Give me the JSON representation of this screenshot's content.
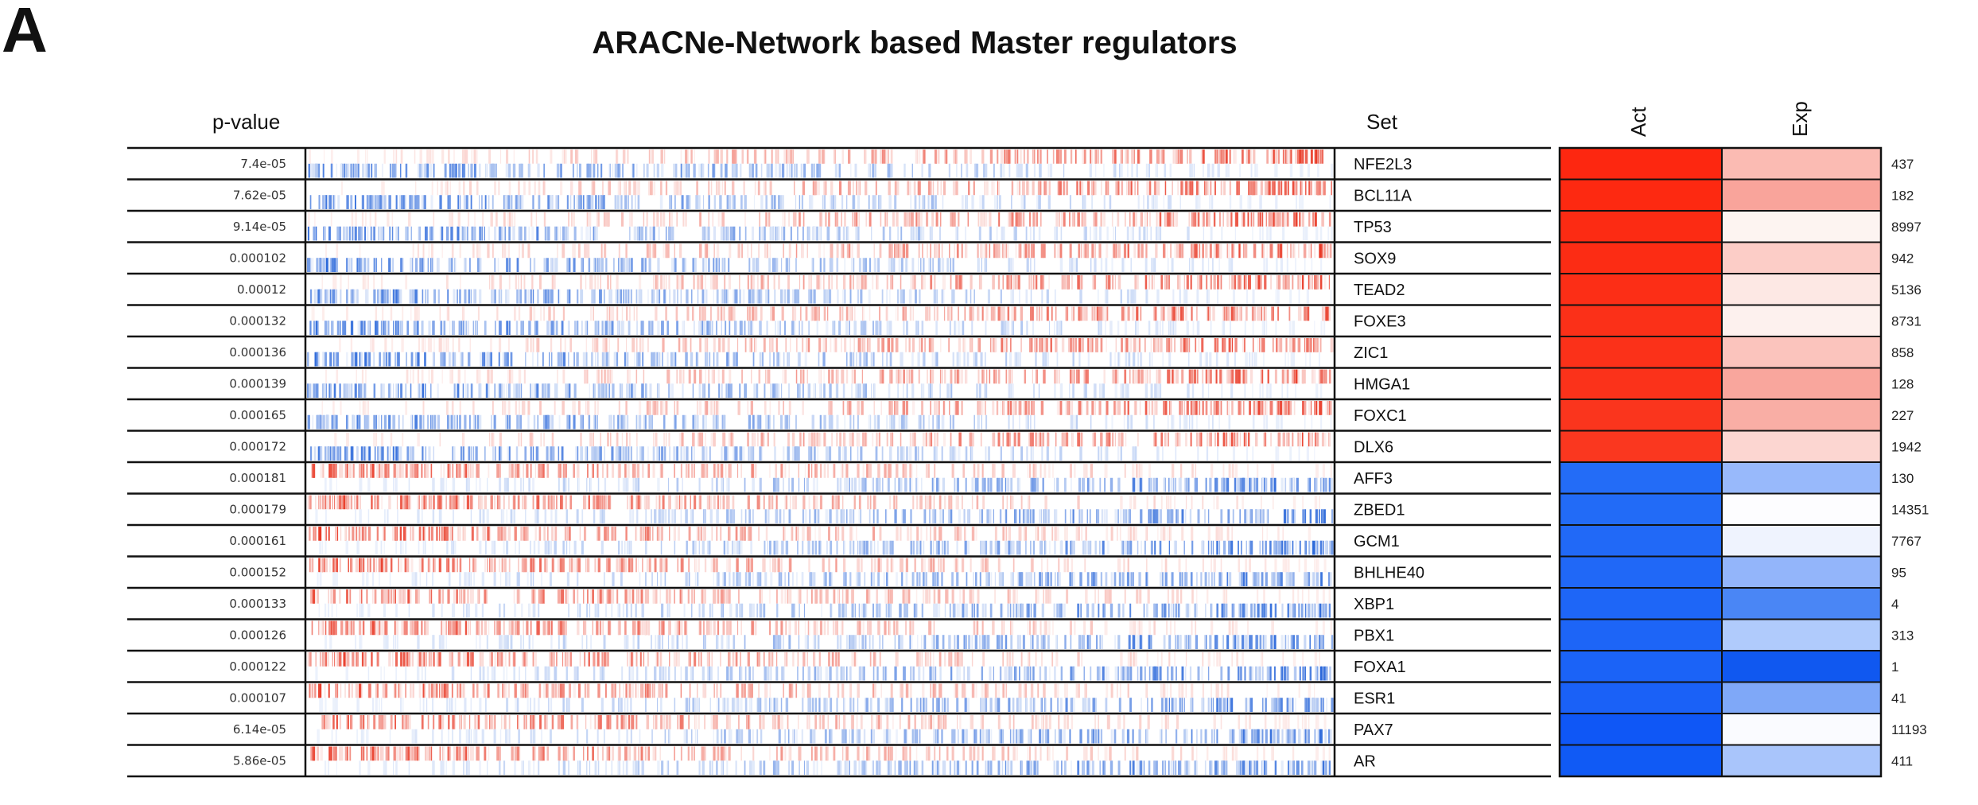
{
  "panel_letter": "A",
  "chart_data": {
    "type": "heatmap",
    "title": "ARACNe-Network based Master regulators",
    "columns": {
      "pvalue": "p-value",
      "set": "Set",
      "act": "Act",
      "exp": "Exp"
    },
    "colors": {
      "up": "#fc2a12",
      "down": "#1f62f5",
      "barcode_up": "#e8321e",
      "barcode_down": "#2060d8"
    },
    "rows": [
      {
        "set": "NFE2L3",
        "p_value": "7.4e-05",
        "activity": "up",
        "act_color": "#fd2710",
        "exp_color": "#fbbbb3",
        "count": "437"
      },
      {
        "set": "BCL11A",
        "p_value": "7.62e-05",
        "activity": "up",
        "act_color": "#fd2911",
        "exp_color": "#f9a49b",
        "count": "182"
      },
      {
        "set": "TP53",
        "p_value": "9.14e-05",
        "activity": "up",
        "act_color": "#fc2b13",
        "exp_color": "#fdf4f1",
        "count": "8997"
      },
      {
        "set": "SOX9",
        "p_value": "0.000102",
        "activity": "up",
        "act_color": "#fc2c14",
        "exp_color": "#fccdc7",
        "count": "942"
      },
      {
        "set": "TEAD2",
        "p_value": "0.00012",
        "activity": "up",
        "act_color": "#fc2e16",
        "exp_color": "#fde8e4",
        "count": "5136"
      },
      {
        "set": "FOXE3",
        "p_value": "0.000132",
        "activity": "up",
        "act_color": "#fb3018",
        "exp_color": "#fdf1ee",
        "count": "8731"
      },
      {
        "set": "ZIC1",
        "p_value": "0.000136",
        "activity": "up",
        "act_color": "#fb3119",
        "exp_color": "#fbc4bd",
        "count": "858"
      },
      {
        "set": "HMGA1",
        "p_value": "0.000139",
        "activity": "up",
        "act_color": "#fb321a",
        "exp_color": "#f9a69d",
        "count": "128"
      },
      {
        "set": "FOXC1",
        "p_value": "0.000165",
        "activity": "up",
        "act_color": "#fa351d",
        "exp_color": "#f9aea5",
        "count": "227"
      },
      {
        "set": "DLX6",
        "p_value": "0.000172",
        "activity": "up",
        "act_color": "#fa371f",
        "exp_color": "#fcd6d1",
        "count": "1942"
      },
      {
        "set": "AFF3",
        "p_value": "0.000181",
        "activity": "down",
        "act_color": "#236cf7",
        "exp_color": "#98b9fb",
        "count": "130"
      },
      {
        "set": "ZBED1",
        "p_value": "0.000179",
        "activity": "down",
        "act_color": "#226bf7",
        "exp_color": "#fdfdff",
        "count": "14351"
      },
      {
        "set": "GCM1",
        "p_value": "0.000161",
        "activity": "down",
        "act_color": "#2169f7",
        "exp_color": "#eff3fe",
        "count": "7767"
      },
      {
        "set": "BHLHE40",
        "p_value": "0.000152",
        "activity": "down",
        "act_color": "#2068f7",
        "exp_color": "#93b5fa",
        "count": "95"
      },
      {
        "set": "XBP1",
        "p_value": "0.000133",
        "activity": "down",
        "act_color": "#1e66f7",
        "exp_color": "#4a86f5",
        "count": "4"
      },
      {
        "set": "PBX1",
        "p_value": "0.000126",
        "activity": "down",
        "act_color": "#1d65f7",
        "exp_color": "#b0cbfc",
        "count": "313"
      },
      {
        "set": "FOXA1",
        "p_value": "0.000122",
        "activity": "down",
        "act_color": "#1b63f7",
        "exp_color": "#1058f0",
        "count": "1"
      },
      {
        "set": "ESR1",
        "p_value": "0.000107",
        "activity": "down",
        "act_color": "#1a61f7",
        "exp_color": "#7fa8f8",
        "count": "41"
      },
      {
        "set": "PAX7",
        "p_value": "6.14e-05",
        "activity": "down",
        "act_color": "#0f57f6",
        "exp_color": "#fafbff",
        "count": "11193"
      },
      {
        "set": "AR",
        "p_value": "5.86e-05",
        "activity": "down",
        "act_color": "#105af5",
        "exp_color": "#a9c5fb",
        "count": "411"
      }
    ]
  }
}
